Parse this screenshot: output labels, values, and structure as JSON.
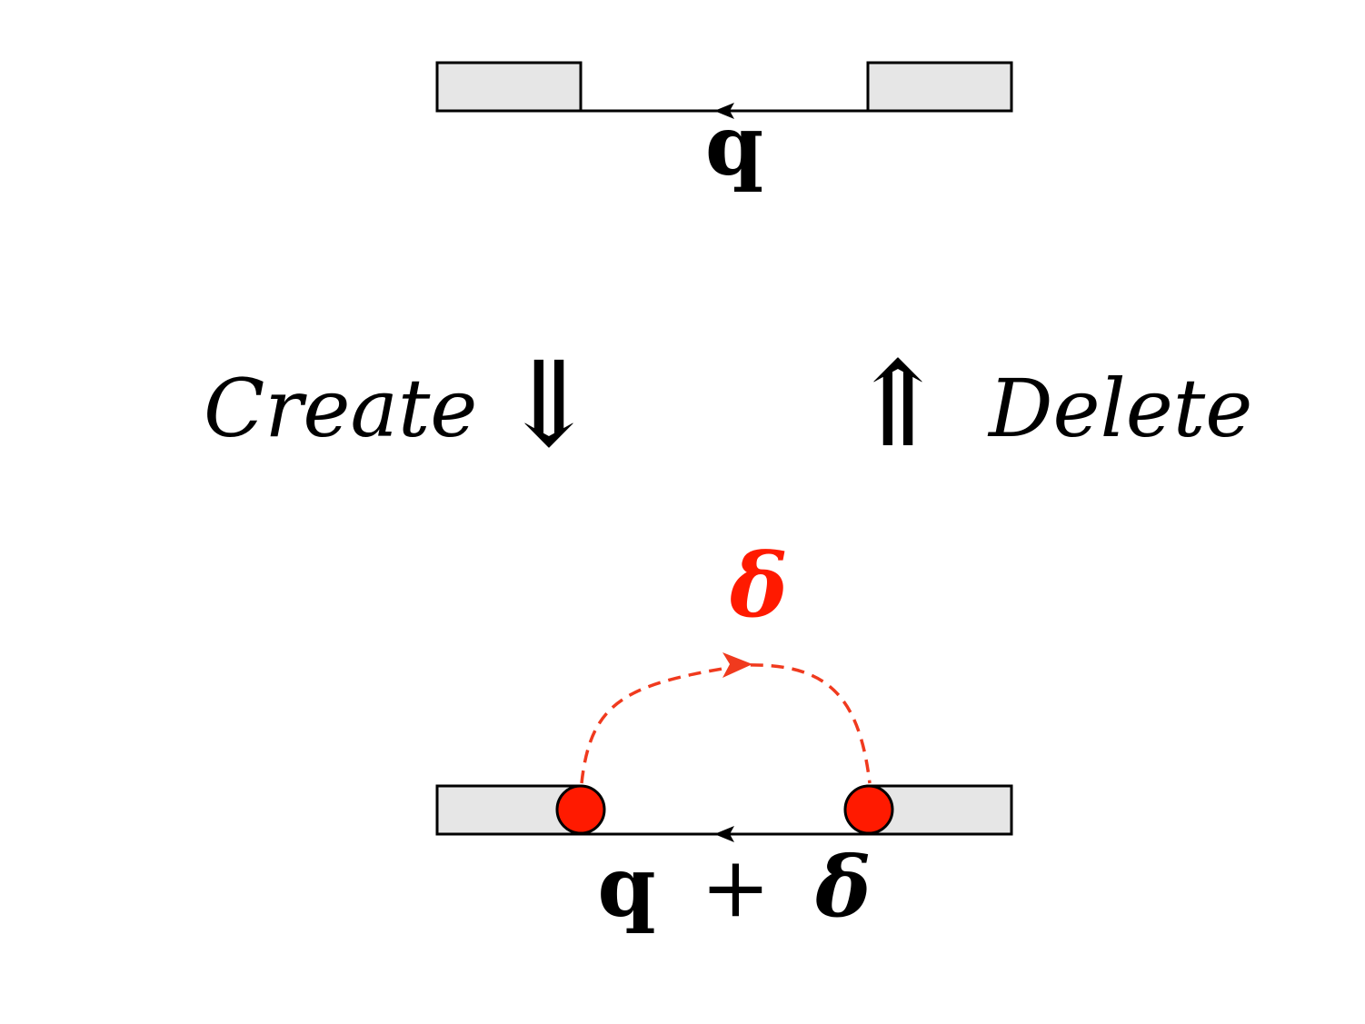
{
  "top_diagram": {
    "line_label": "q"
  },
  "transition": {
    "create_label": "Create",
    "create_arrow": "⇓",
    "delete_label": "Delete",
    "delete_arrow": "⇑"
  },
  "bottom_diagram": {
    "loop_label": "δ",
    "line_label_q": "q",
    "line_label_plus": "+",
    "line_label_delta": "δ"
  },
  "colors": {
    "box_fill": "#e6e6e6",
    "stroke": "#000000",
    "accent_red": "#ff1a00",
    "dashed_red": "#f03a1e"
  }
}
